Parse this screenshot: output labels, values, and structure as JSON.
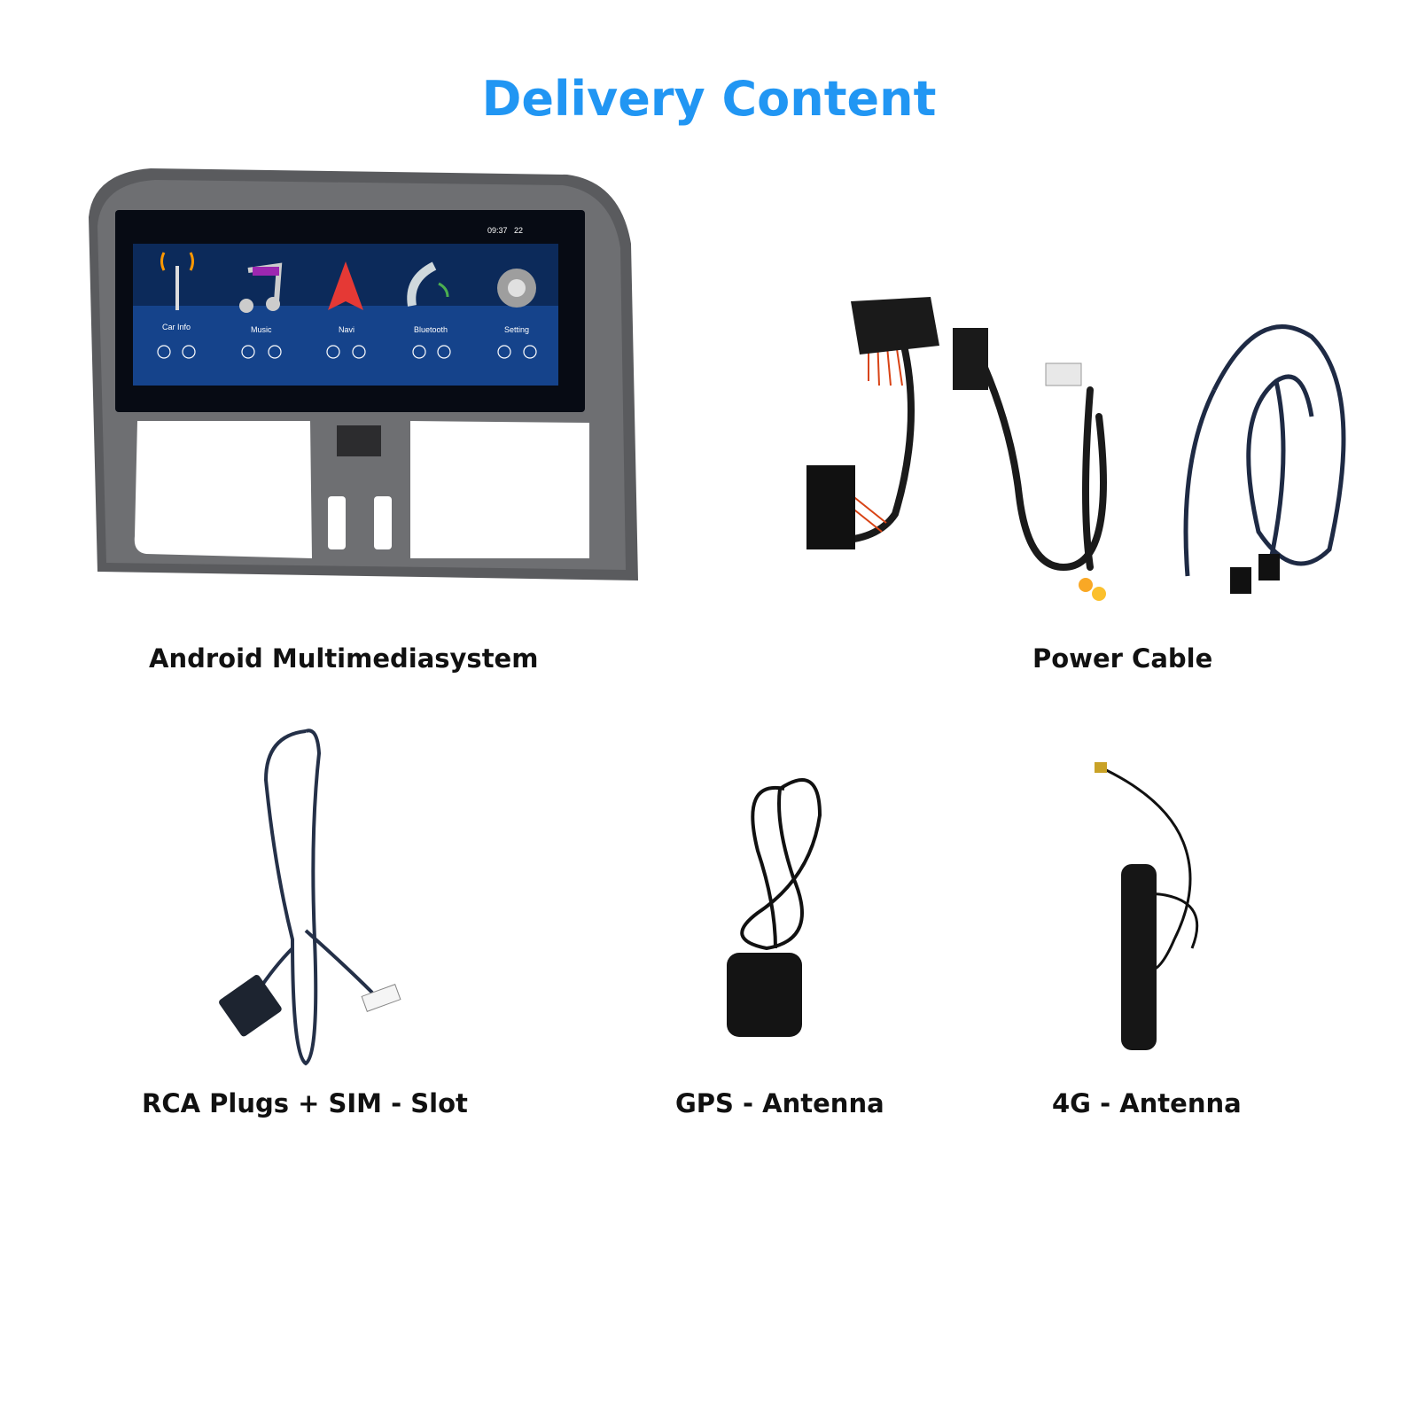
{
  "page": {
    "title": "Delivery Content",
    "title_color": "#2196f3"
  },
  "items": {
    "head_unit": {
      "label": "Android Multimediasystem",
      "screen": {
        "status_time": "09:37",
        "status_volume": "22",
        "apps": [
          {
            "label": "Car Info",
            "icon": "antenna-tower-icon"
          },
          {
            "label": "Music",
            "icon": "music-note-icon"
          },
          {
            "label": "Navi",
            "icon": "navigation-arrow-icon"
          },
          {
            "label": "Bluetooth",
            "icon": "phone-handset-icon"
          },
          {
            "label": "Setting",
            "icon": "gear-icon"
          }
        ]
      }
    },
    "power_cable": {
      "label": "Power Cable"
    },
    "rca_sim": {
      "label": "RCA Plugs + SIM - Slot"
    },
    "gps_antenna": {
      "label": "GPS - Antenna"
    },
    "antenna_4g": {
      "label": "4G - Antenna"
    }
  }
}
